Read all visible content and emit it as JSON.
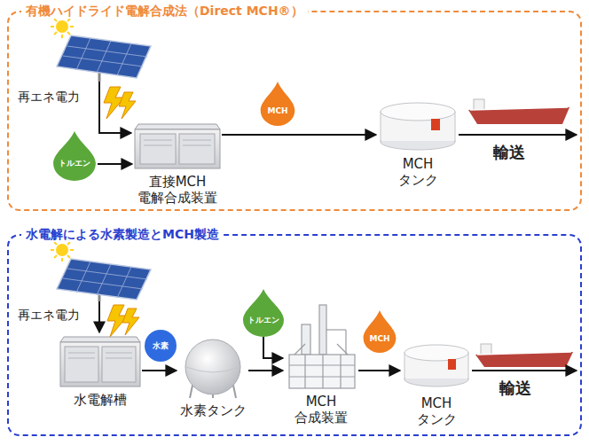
{
  "diagram": {
    "nodes": [
      {
        "text": [
          "有機ハイドライド電解合成法（Direct MCH®）"
        ]
      },
      {
        "text": [
          "トルエン"
        ],
        "in": 0
      },
      {
        "text": [
          "直接MCH 電解合成装置"
        ],
        "in": 0
      },
      {
        "text": [
          "MCH"
        ],
        "in": 0
      },
      {
        "text": [
          "MCH タンク"
        ],
        "in": 0
      },
      {
        "text": [
          "水電解による水素製造とMCH製造"
        ]
      },
      {
        "text": [
          "水電解槽"
        ],
        "in": 5
      },
      {
        "text": [
          "水素"
        ],
        "in": 5
      },
      {
        "text": [
          "水素タンク"
        ],
        "in": 5
      },
      {
        "text": [
          "トルエン"
        ],
        "in": 5
      },
      {
        "text": [
          "MCH 合成装置"
        ],
        "in": 5
      },
      {
        "text": [
          "MCH"
        ],
        "in": 5
      },
      {
        "text": [
          "MCH タンク"
        ],
        "in": 5
      }
    ],
    "edges": [
      {
        "from": 1,
        "to": 2,
        "arrow": "to"
      },
      {
        "from": 2,
        "to": 4,
        "arrow": "to"
      },
      {
        "from": 6,
        "to": 8,
        "arrow": "to"
      },
      {
        "from": 8,
        "to": 10,
        "arrow": "to"
      },
      {
        "from": 9,
        "to": 10,
        "arrow": "to"
      },
      {
        "from": 10,
        "to": 12,
        "arrow": "to"
      }
    ],
    "labels": [
      "再エネ電力",
      "輸送",
      "再エネ電力",
      "輸送"
    ]
  }
}
